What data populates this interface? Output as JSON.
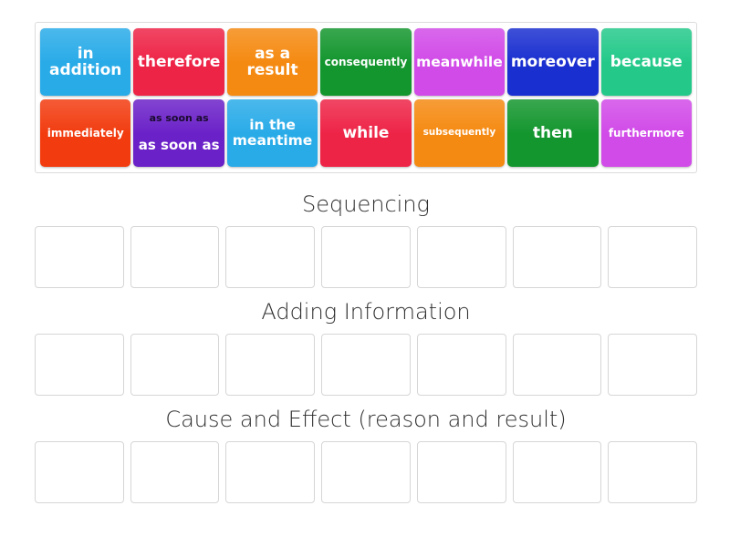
{
  "activity": {
    "type": "group-sort",
    "tile_rows": 2,
    "tiles_per_row": 7,
    "slots_per_category": 7
  },
  "tray": {
    "tiles": [
      {
        "label": "in addition",
        "color": "#29ABE8",
        "size": "fs-lg"
      },
      {
        "label": "therefore",
        "color": "#EE2447",
        "size": "fs-lg"
      },
      {
        "label": "as a result",
        "color": "#F58A12",
        "size": "fs-lg"
      },
      {
        "label": "consequently",
        "color": "#14962E",
        "size": "fs-sm"
      },
      {
        "label": "meanwhile",
        "color": "#D14BE8",
        "size": "fs-md"
      },
      {
        "label": "moreover",
        "color": "#1A2FD0",
        "size": "fs-lg"
      },
      {
        "label": "because",
        "color": "#24C98A",
        "size": "fs-lg"
      },
      {
        "label": "immediately",
        "color": "#F23C10",
        "size": "fs-sm"
      },
      {
        "label": "as soon as",
        "color": "#6B21C8",
        "size": "fs-md",
        "dual": true,
        "label_top": "as soon as",
        "label_bottom": "as soon as"
      },
      {
        "label": "in the meantime",
        "color": "#29ABE8",
        "size": "fs-md"
      },
      {
        "label": "while",
        "color": "#EE2447",
        "size": "fs-lg"
      },
      {
        "label": "subsequently",
        "color": "#F58A12",
        "size": "fs-xs"
      },
      {
        "label": "then",
        "color": "#14962E",
        "size": "fs-lg"
      },
      {
        "label": "furthermore",
        "color": "#D14BE8",
        "size": "fs-sm"
      }
    ]
  },
  "categories": [
    {
      "title": "Sequencing",
      "slots": [
        "",
        "",
        "",
        "",
        "",
        "",
        ""
      ]
    },
    {
      "title": "Adding Information",
      "slots": [
        "",
        "",
        "",
        "",
        "",
        "",
        ""
      ]
    },
    {
      "title": "Cause and Effect (reason and result)",
      "slots": [
        "",
        "",
        "",
        "",
        "",
        "",
        ""
      ]
    }
  ],
  "colors": {
    "page_background": "#ffffff",
    "tray_border": "#dcdcdc",
    "slot_border": "#d6d6d6",
    "title_text": "#2e2e2e",
    "tile_text": "#ffffff",
    "tile_text_dark": "#1a0b2e"
  }
}
